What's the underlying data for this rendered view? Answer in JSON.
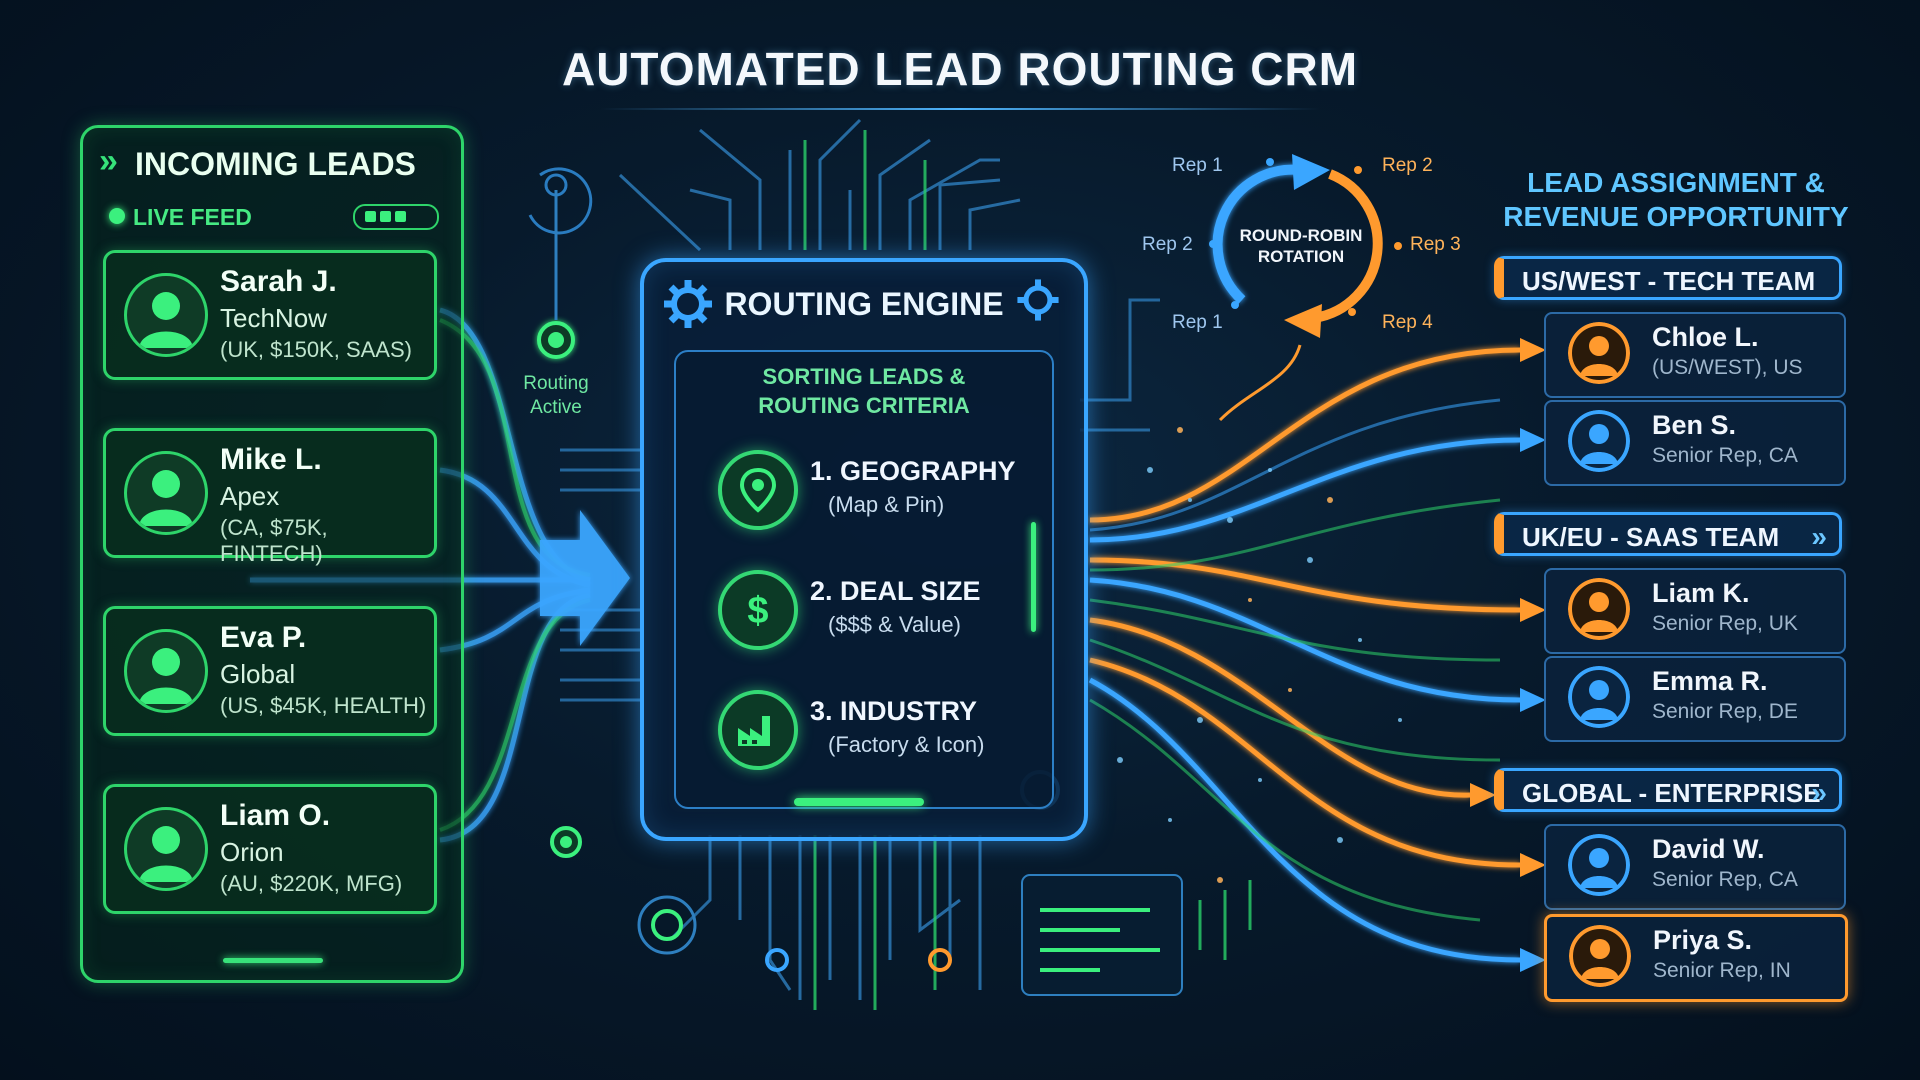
{
  "title": "AUTOMATED LEAD ROUTING CRM",
  "incoming": {
    "title": "INCOMING LEADS",
    "live_feed": "LIVE FEED",
    "leads": [
      {
        "name": "Sarah J.",
        "company": "TechNow",
        "detail": "(UK, $150K, SAAS)"
      },
      {
        "name": "Mike L.",
        "company": "Apex",
        "detail": "(CA, $75K, FINTECH)"
      },
      {
        "name": "Eva P.",
        "company": "Global",
        "detail": "(US, $45K, HEALTH)"
      },
      {
        "name": "Liam O.",
        "company": "Orion",
        "detail": "(AU, $220K, MFG)"
      }
    ]
  },
  "routing_status": {
    "line1": "Routing",
    "line2": "Active"
  },
  "engine": {
    "title": "ROUTING ENGINE",
    "subtitle_line1": "SORTING LEADS &",
    "subtitle_line2": "ROUTING CRITERIA",
    "criteria": [
      {
        "title": "1. GEOGRAPHY",
        "sub": "(Map & Pin)",
        "icon": "map-pin-icon"
      },
      {
        "title": "2. DEAL SIZE",
        "sub": "($$$ & Value)",
        "icon": "dollar-icon"
      },
      {
        "title": "3. INDUSTRY",
        "sub": "(Factory & Icon)",
        "icon": "factory-icon"
      }
    ]
  },
  "round_robin": {
    "line1": "ROUND-ROBIN",
    "line2": "ROTATION",
    "reps": [
      "Rep 1",
      "Rep 2",
      "Rep 3",
      "Rep 4",
      "Rep 1",
      "Rep 2"
    ]
  },
  "assignment": {
    "title_line1": "LEAD ASSIGNMENT &",
    "title_line2": "REVENUE OPPORTUNITY",
    "teams": [
      {
        "name": "US/WEST - TECH TEAM",
        "reps": [
          {
            "name": "Chloe L.",
            "role": "(US/WEST), US",
            "color": "orange"
          },
          {
            "name": "Ben S.",
            "role": "Senior Rep, CA",
            "color": "blue"
          }
        ]
      },
      {
        "name": "UK/EU - SAAS TEAM",
        "reps": [
          {
            "name": "Liam K.",
            "role": "Senior Rep, UK",
            "color": "orange"
          },
          {
            "name": "Emma R.",
            "role": "Senior Rep, DE",
            "color": "blue"
          }
        ]
      },
      {
        "name": "GLOBAL - ENTERPRISE",
        "reps": [
          {
            "name": "David W.",
            "role": "Senior Rep, CA",
            "color": "blue"
          },
          {
            "name": "Priya S.",
            "role": "Senior Rep, IN",
            "color": "orange"
          }
        ]
      }
    ]
  },
  "colors": {
    "green": "#2ed46a",
    "blue": "#3aa6ff",
    "orange": "#ff9a2e",
    "background": "#071a2c"
  }
}
